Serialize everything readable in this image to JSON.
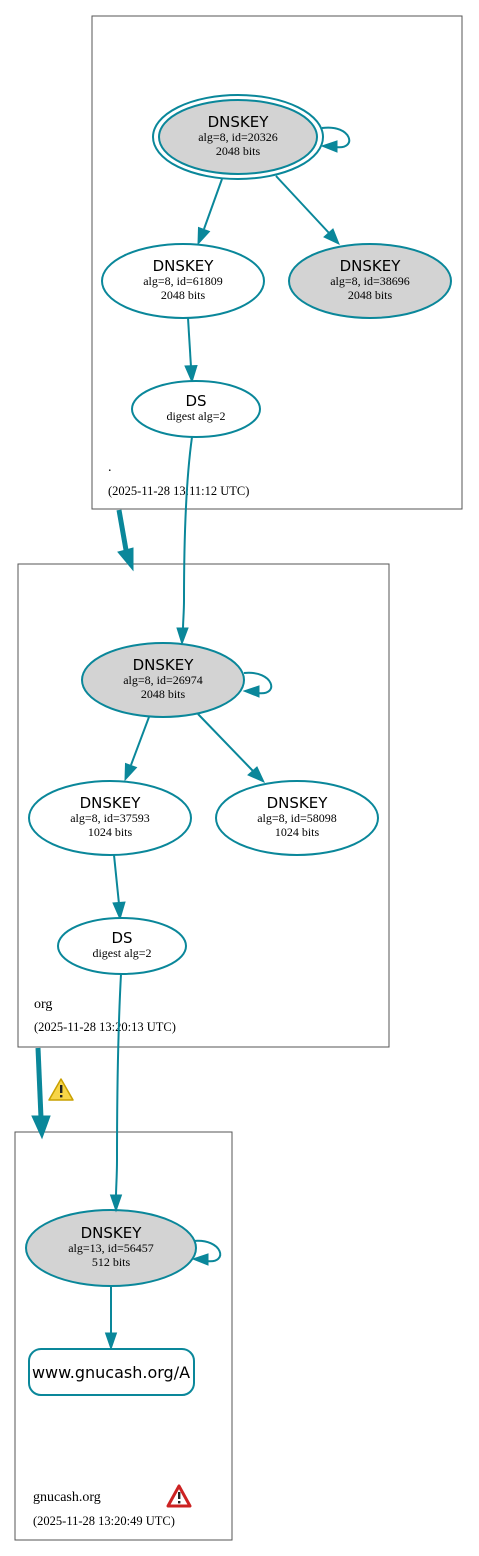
{
  "zones": [
    {
      "name": ".",
      "timestamp": "(2025-11-28 13:11:12 UTC)",
      "nodes": [
        {
          "title": "DNSKEY",
          "detail": "alg=8, id=20326",
          "bits": "2048 bits",
          "fill": "#d3d3d3"
        },
        {
          "title": "DNSKEY",
          "detail": "alg=8, id=61809",
          "bits": "2048 bits",
          "fill": "#ffffff"
        },
        {
          "title": "DNSKEY",
          "detail": "alg=8, id=38696",
          "bits": "2048 bits",
          "fill": "#d3d3d3"
        },
        {
          "title": "DS",
          "detail": "digest alg=2"
        }
      ]
    },
    {
      "name": "org",
      "timestamp": "(2025-11-28 13:20:13 UTC)",
      "nodes": [
        {
          "title": "DNSKEY",
          "detail": "alg=8, id=26974",
          "bits": "2048 bits",
          "fill": "#d3d3d3"
        },
        {
          "title": "DNSKEY",
          "detail": "alg=8, id=37593",
          "bits": "1024 bits",
          "fill": "#ffffff"
        },
        {
          "title": "DNSKEY",
          "detail": "alg=8, id=58098",
          "bits": "1024 bits",
          "fill": "#ffffff"
        },
        {
          "title": "DS",
          "detail": "digest alg=2"
        }
      ]
    },
    {
      "name": "gnucash.org",
      "timestamp": "(2025-11-28 13:20:49 UTC)",
      "nodes": [
        {
          "title": "DNSKEY",
          "detail": "alg=13, id=56457",
          "bits": "512 bits",
          "fill": "#d3d3d3"
        }
      ],
      "rrset": "www.gnucash.org/A"
    }
  ],
  "colors": {
    "edge": "#0a879a",
    "ksk_fill": "#d3d3d3",
    "zsk_fill": "#ffffff",
    "warning_yellow": "#f7d547",
    "error_red": "#cc2222"
  },
  "icons": {
    "delegation_warning": "warning-triangle-icon",
    "zone_error": "error-triangle-icon"
  }
}
